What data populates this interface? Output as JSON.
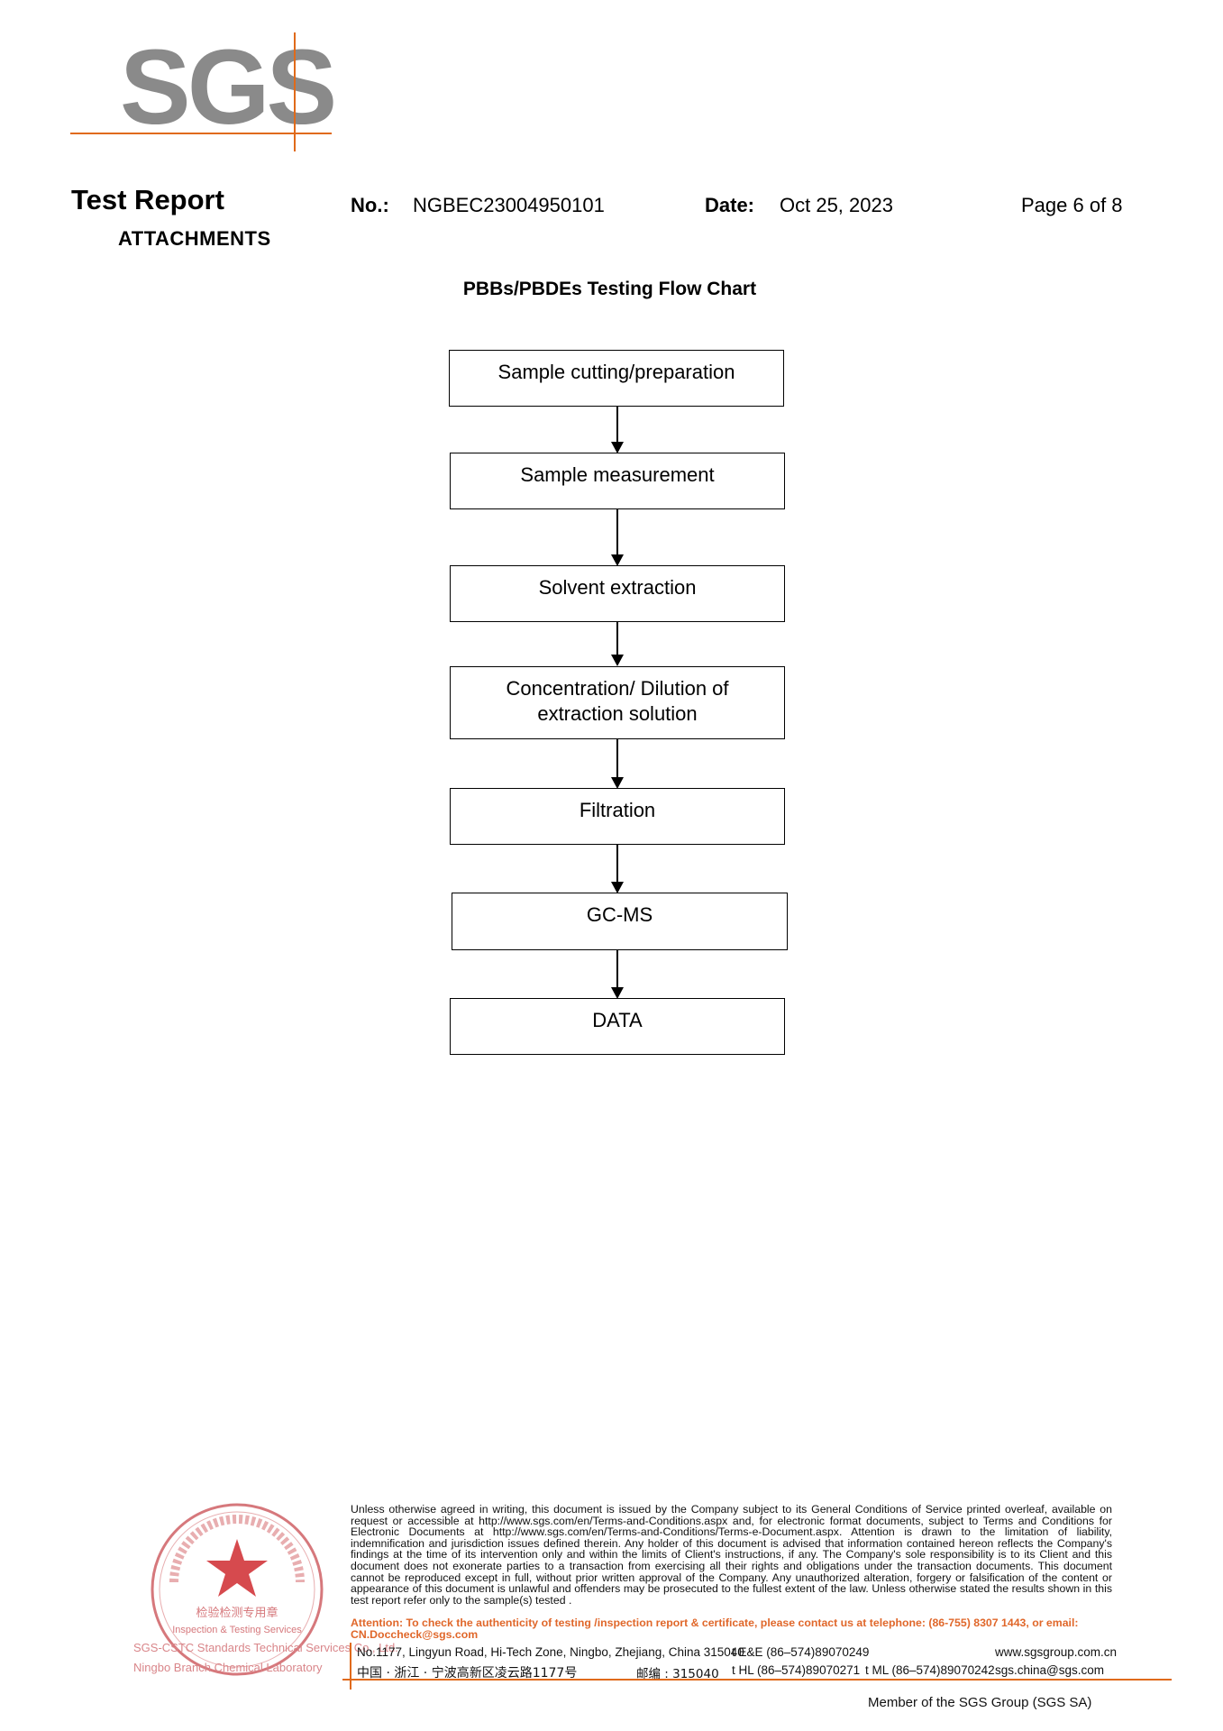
{
  "logo": {
    "text": "SGS"
  },
  "header": {
    "title": "Test Report",
    "no_label": "No.:",
    "no_value": "NGBEC23004950101",
    "date_label": "Date:",
    "date_value": "Oct 25, 2023",
    "page": "Page 6 of 8",
    "section": "ATTACHMENTS"
  },
  "chart": {
    "title": "PBBs/PBDEs Testing Flow Chart",
    "steps": [
      "Sample cutting/preparation",
      "Sample measurement",
      "Solvent extraction",
      "Concentration/ Dilution of extraction solution",
      "Filtration",
      "GC-MS",
      "DATA"
    ]
  },
  "footer": {
    "legal": "Unless otherwise agreed in writing, this document is issued by the Company subject to its General Conditions of Service printed overleaf, available on request or accessible at http://www.sgs.com/en/Terms-and-Conditions.aspx and, for electronic format documents, subject to Terms and Conditions for Electronic Documents at http://www.sgs.com/en/Terms-and-Conditions/Terms-e-Document.aspx. Attention is drawn to the limitation of liability, indemnification and jurisdiction issues defined therein. Any holder of this document is advised that information contained hereon reflects the Company's findings at the time of its intervention only and within the limits of Client's instructions, if any. The Company's sole responsibility is to its Client and this document does not exonerate parties to a transaction from exercising all their rights and obligations under the transaction documents. This document cannot be reproduced except in full, without prior written approval of the Company. Any unauthorized alteration, forgery or falsification of the content or appearance of this document is unlawful and offenders may be prosecuted to the fullest extent of the law. Unless otherwise stated the results shown in this test report refer only to the sample(s) tested .",
    "attention": "Attention: To check the authenticity of testing /inspection report & certificate, please contact us at telephone: (86-755) 8307 1443, or email: CN.Doccheck@sgs.com",
    "address_en": "No.1177, Lingyun Road, Hi-Tech Zone, Ningbo, Zhejiang, China 315040",
    "tel_ee": "t E&E (86–574)89070249",
    "web": "www.sgsgroup.com.cn",
    "address_cn": "中国 · 浙江 · 宁波高新区凌云路1177号",
    "postcode": "邮编 : 315040",
    "tel_hl": "t HL (86–574)89070271",
    "tel_ml": "t ML (86–574)89070242",
    "email": "sgs.china@sgs.com",
    "member": "Member of the SGS Group (SGS SA)",
    "seal_company": "SGS-CSTC Standards Technical Services Co., Ltd.",
    "seal_branch": "Ningbo Branch Chemical Laboratory",
    "seal_center_cn": "检验检测专用章",
    "seal_center_en": "Inspection & Testing Services"
  },
  "colors": {
    "logo_gray": "#8a8a8a",
    "accent_orange": "#e06a1a",
    "seal_red": "#d9868a"
  }
}
